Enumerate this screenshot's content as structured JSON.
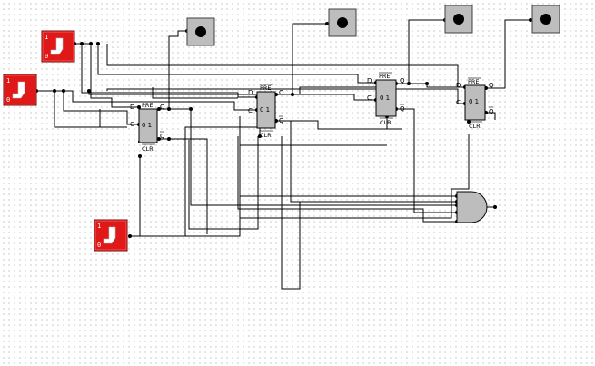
{
  "circuit": {
    "flipflop_labels": {
      "d": "D",
      "c": "C",
      "q": "Q",
      "qbar": "Q",
      "pre": "PRE",
      "clr": "CLR",
      "state": "0 1"
    },
    "switch_labels": {
      "on": "1",
      "off": "0"
    },
    "colors": {
      "switch_red": "#e01818",
      "ff_gray": "#bdbdbd",
      "wire": "#000000",
      "grid_dot": "#a8a8a8"
    },
    "components": {
      "switches": [
        "data-switch",
        "clock-switch",
        "clear-switch"
      ],
      "flipflops": [
        "ff-1",
        "ff-2",
        "ff-3",
        "ff-4"
      ],
      "outputs": [
        "led-1",
        "led-2",
        "led-3",
        "led-4"
      ],
      "gates": [
        "and-gate"
      ]
    }
  }
}
